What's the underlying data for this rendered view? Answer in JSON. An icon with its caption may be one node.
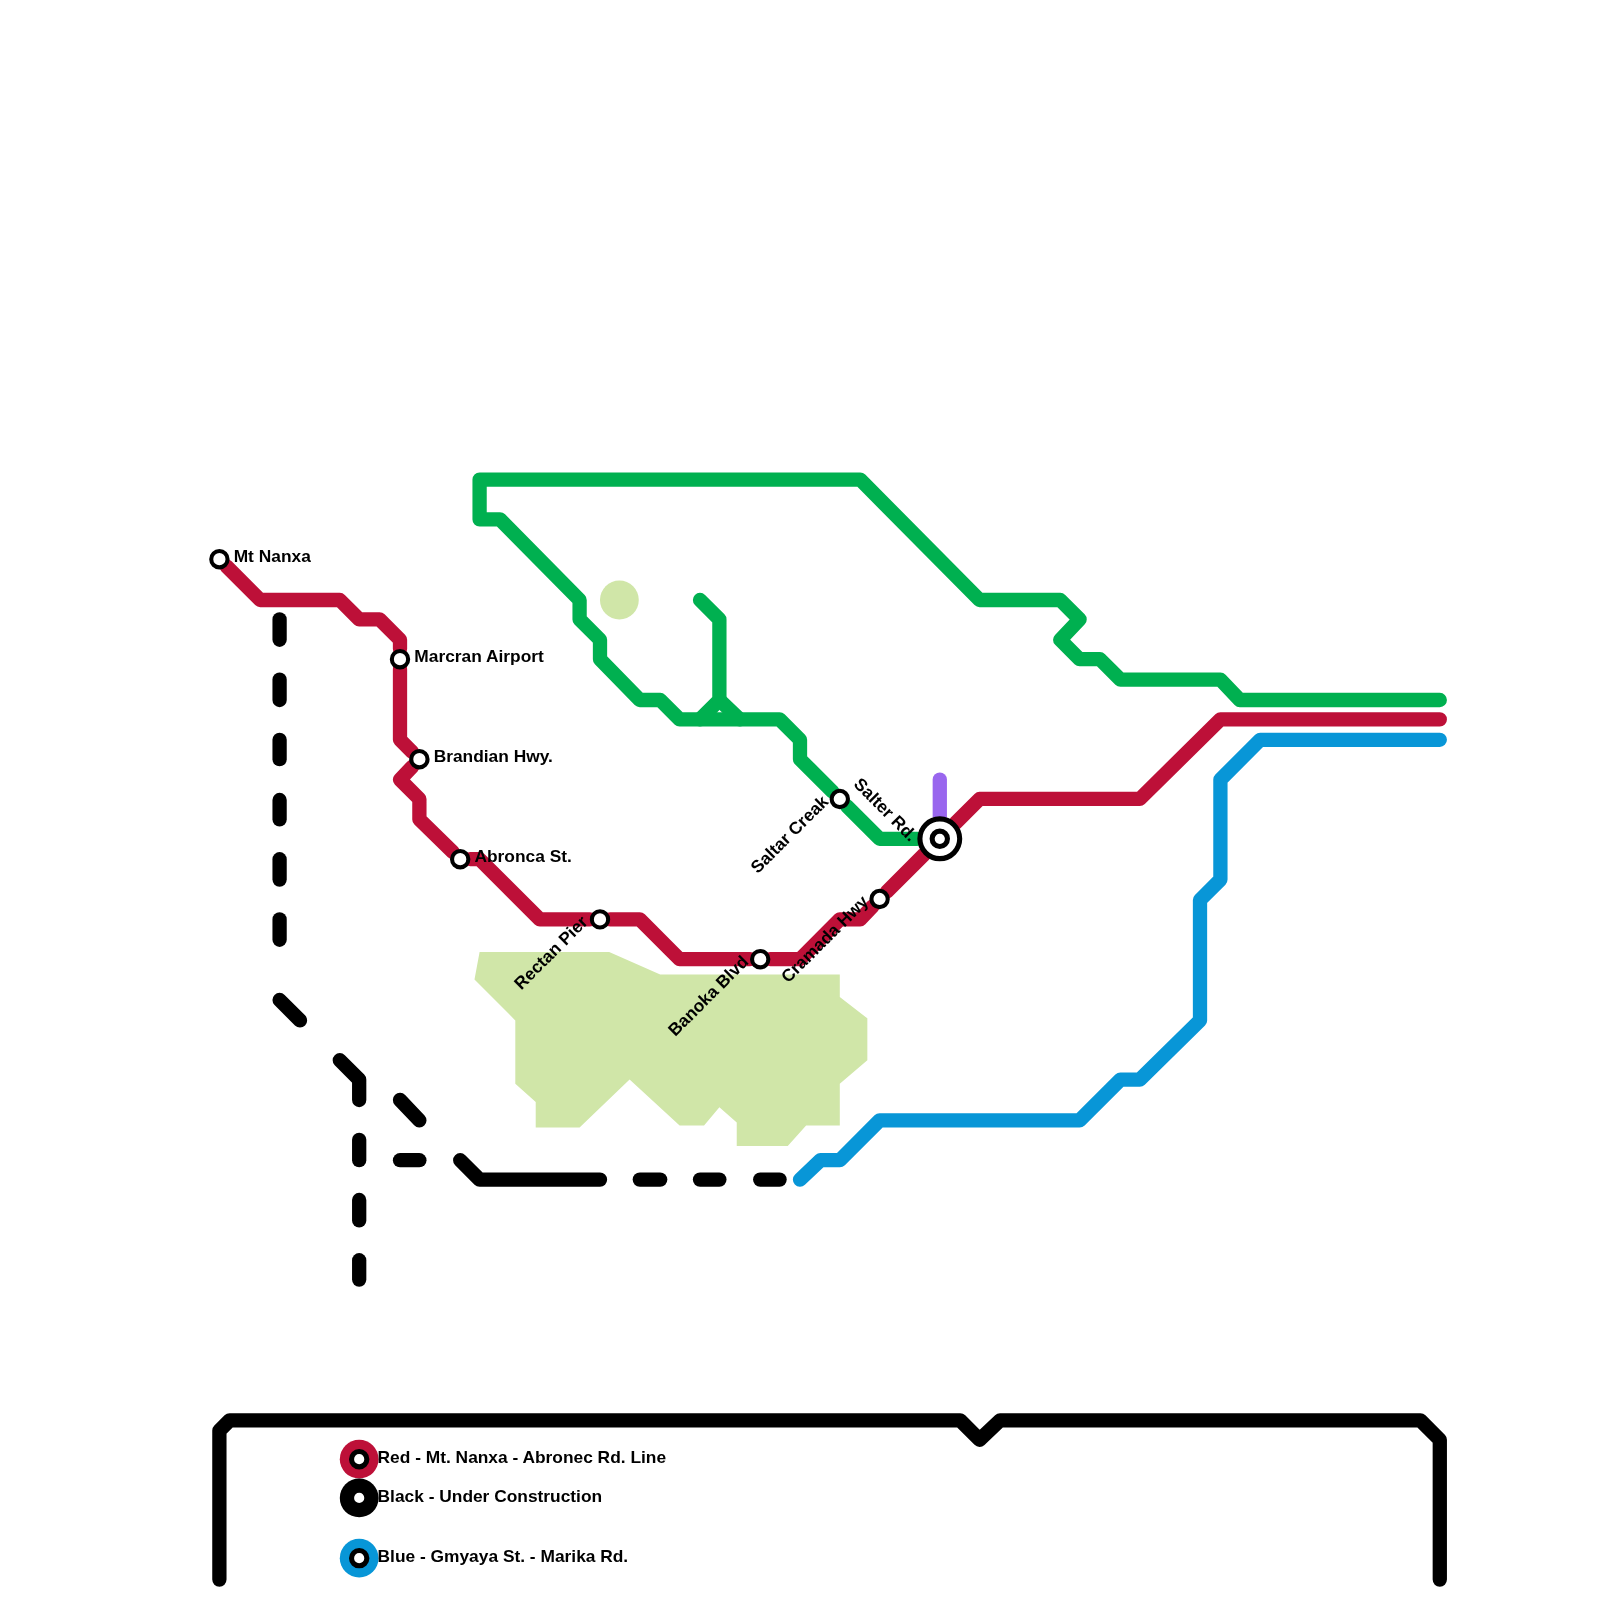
{
  "diagram": {
    "nodes": [
      {
        "text": [
          "Mt Nanxa"
        ]
      },
      {
        "text": [
          "Marcran Airport"
        ]
      },
      {
        "text": [
          "Brandian Hwy."
        ]
      },
      {
        "text": [
          "Abronca St."
        ]
      },
      {
        "text": [
          "Rectan Pier"
        ]
      },
      {
        "text": [
          "Banoka Blvd"
        ]
      },
      {
        "text": [
          "Cramada Hwy"
        ]
      },
      {
        "text": [
          "Saltar Creak"
        ]
      },
      {
        "text": [
          "Salter Rd."
        ]
      }
    ],
    "edges": [
      {
        "from": 0,
        "to": 1,
        "arrow": "none"
      },
      {
        "from": 1,
        "to": 2,
        "arrow": "none"
      },
      {
        "from": 2,
        "to": 3,
        "arrow": "none"
      },
      {
        "from": 3,
        "to": 4,
        "arrow": "none"
      },
      {
        "from": 4,
        "to": 5,
        "arrow": "none"
      },
      {
        "from": 5,
        "to": 6,
        "arrow": "none"
      },
      {
        "from": 6,
        "to": 8,
        "arrow": "none"
      },
      {
        "from": 8,
        "to": null,
        "arrow": "none"
      },
      {
        "from": 7,
        "to": 8,
        "arrow": "none",
        "color": "#00b050"
      },
      {
        "from": 7,
        "to": null,
        "arrow": "none",
        "color": "#00b050"
      },
      {
        "from": 8,
        "to": null,
        "arrow": "none",
        "color": "#9966ee"
      }
    ],
    "legend": [
      {
        "text": "Red - Mt. Nanxa - Abronec Rd. Line",
        "color": "#bd1038"
      },
      {
        "text": "Black - Under Construction",
        "color": "#000000"
      },
      {
        "text": "Blue - Gmyaya St. - Marika Rd.",
        "color": "#0896d7"
      }
    ]
  }
}
